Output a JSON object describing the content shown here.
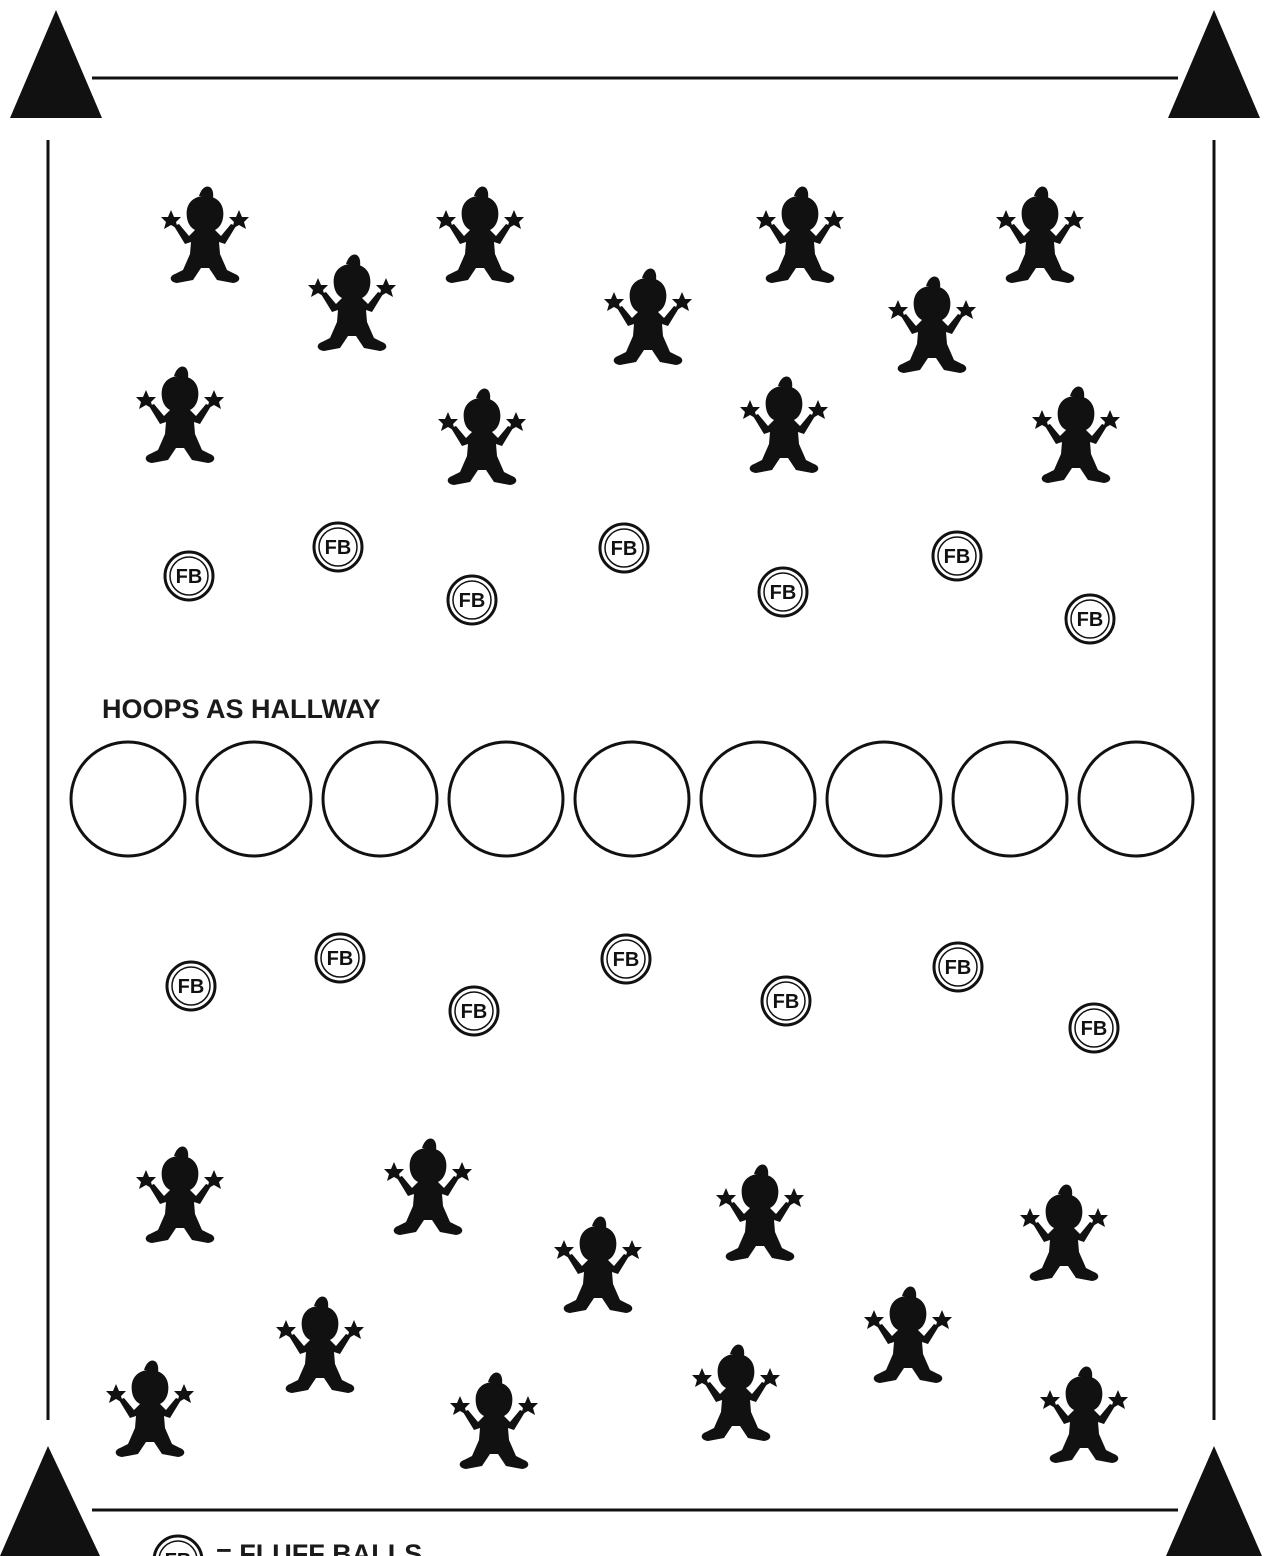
{
  "diagram": {
    "hallway_label": "HOOPS AS HALLWAY",
    "fluff_ball_marker": "FB",
    "legend_text": "= FLUFF BALLS",
    "hoop_count": 9,
    "colors": {
      "ink": "#111111",
      "background": "#ffffff"
    },
    "icons": {
      "corner_cone": "triangle-cone-icon",
      "student": "child-silhouette-icon",
      "fluff_ball": "fb-circle-icon",
      "hoop": "hoop-circle-icon"
    }
  }
}
